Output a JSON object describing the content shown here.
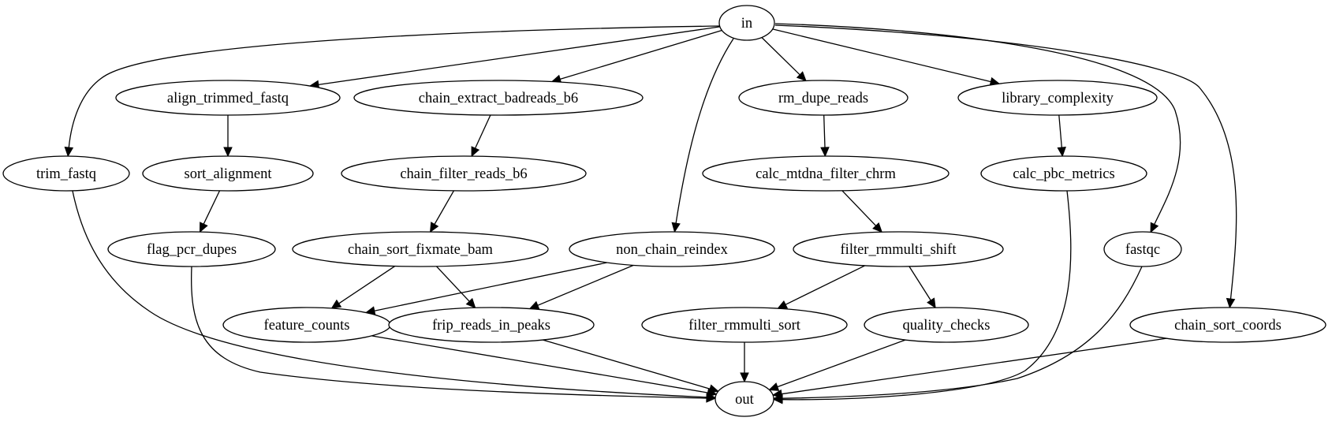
{
  "graph": {
    "nodes": {
      "in": "in",
      "align_trimmed_fastq": "align_trimmed_fastq",
      "chain_extract_badreads_b6": "chain_extract_badreads_b6",
      "rm_dupe_reads": "rm_dupe_reads",
      "library_complexity": "library_complexity",
      "trim_fastq": "trim_fastq",
      "sort_alignment": "sort_alignment",
      "chain_filter_reads_b6": "chain_filter_reads_b6",
      "calc_mtdna_filter_chrm": "calc_mtdna_filter_chrm",
      "calc_pbc_metrics": "calc_pbc_metrics",
      "flag_pcr_dupes": "flag_pcr_dupes",
      "chain_sort_fixmate_bam": "chain_sort_fixmate_bam",
      "non_chain_reindex": "non_chain_reindex",
      "filter_rmmulti_shift": "filter_rmmulti_shift",
      "fastqc": "fastqc",
      "feature_counts": "feature_counts",
      "frip_reads_in_peaks": "frip_reads_in_peaks",
      "filter_rmmulti_sort": "filter_rmmulti_sort",
      "quality_checks": "quality_checks",
      "chain_sort_coords": "chain_sort_coords",
      "out": "out"
    },
    "edges": [
      [
        "in",
        "trim_fastq"
      ],
      [
        "in",
        "align_trimmed_fastq"
      ],
      [
        "in",
        "chain_extract_badreads_b6"
      ],
      [
        "in",
        "non_chain_reindex"
      ],
      [
        "in",
        "rm_dupe_reads"
      ],
      [
        "in",
        "library_complexity"
      ],
      [
        "in",
        "fastqc"
      ],
      [
        "in",
        "chain_sort_coords"
      ],
      [
        "align_trimmed_fastq",
        "sort_alignment"
      ],
      [
        "sort_alignment",
        "flag_pcr_dupes"
      ],
      [
        "chain_extract_badreads_b6",
        "chain_filter_reads_b6"
      ],
      [
        "chain_filter_reads_b6",
        "chain_sort_fixmate_bam"
      ],
      [
        "chain_sort_fixmate_bam",
        "feature_counts"
      ],
      [
        "chain_sort_fixmate_bam",
        "frip_reads_in_peaks"
      ],
      [
        "non_chain_reindex",
        "feature_counts"
      ],
      [
        "non_chain_reindex",
        "frip_reads_in_peaks"
      ],
      [
        "rm_dupe_reads",
        "calc_mtdna_filter_chrm"
      ],
      [
        "calc_mtdna_filter_chrm",
        "filter_rmmulti_shift"
      ],
      [
        "filter_rmmulti_shift",
        "filter_rmmulti_sort"
      ],
      [
        "filter_rmmulti_shift",
        "quality_checks"
      ],
      [
        "library_complexity",
        "calc_pbc_metrics"
      ],
      [
        "trim_fastq",
        "out"
      ],
      [
        "flag_pcr_dupes",
        "out"
      ],
      [
        "feature_counts",
        "out"
      ],
      [
        "frip_reads_in_peaks",
        "out"
      ],
      [
        "filter_rmmulti_sort",
        "out"
      ],
      [
        "quality_checks",
        "out"
      ],
      [
        "calc_pbc_metrics",
        "out"
      ],
      [
        "fastqc",
        "out"
      ],
      [
        "chain_sort_coords",
        "out"
      ]
    ]
  }
}
